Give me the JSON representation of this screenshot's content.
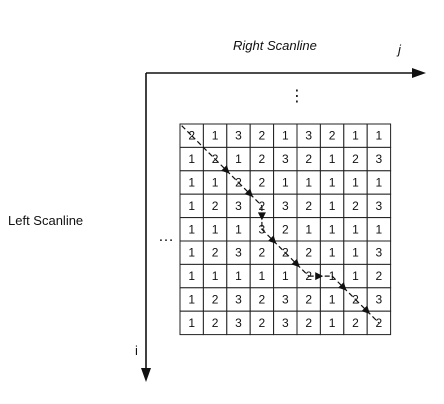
{
  "labels": {
    "top_axis": "Right Scanline",
    "left_axis": "Left Scanline",
    "j_axis": "j",
    "i_axis": "i",
    "vertical_ellipsis": "⋮",
    "horizontal_ellipsis": "…"
  },
  "grid": [
    [
      2,
      1,
      3,
      2,
      1,
      3,
      2,
      1,
      1
    ],
    [
      1,
      2,
      1,
      2,
      3,
      2,
      1,
      2,
      3
    ],
    [
      1,
      1,
      2,
      2,
      1,
      1,
      1,
      1,
      1
    ],
    [
      1,
      2,
      3,
      2,
      3,
      2,
      1,
      2,
      3
    ],
    [
      1,
      1,
      1,
      3,
      2,
      1,
      1,
      1,
      1
    ],
    [
      1,
      2,
      3,
      2,
      2,
      2,
      1,
      1,
      3
    ],
    [
      1,
      1,
      1,
      1,
      1,
      2,
      1,
      1,
      2
    ],
    [
      1,
      2,
      3,
      2,
      3,
      2,
      1,
      2,
      3
    ],
    [
      1,
      2,
      3,
      2,
      3,
      2,
      1,
      2,
      2
    ]
  ],
  "path": [
    [
      0,
      0
    ],
    [
      1,
      1
    ],
    [
      2,
      2
    ],
    [
      3,
      3
    ],
    [
      4,
      3
    ],
    [
      5,
      4
    ],
    [
      6,
      5
    ],
    [
      6,
      6
    ],
    [
      7,
      7
    ],
    [
      8,
      8
    ]
  ],
  "colors": {
    "line": "#111111",
    "grid": "#222222",
    "path": "#111111"
  }
}
